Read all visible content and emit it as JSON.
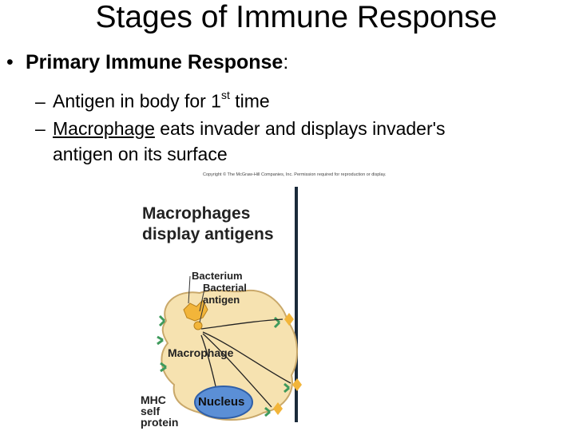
{
  "slide": {
    "title": "Stages of Immune Response",
    "bullet_marker": "•",
    "bullet1_bold": "Primary Immune Response",
    "bullet1_colon": ":",
    "dash": "–",
    "sub1_text": "Antigen in body for 1",
    "sub1_sup": "st",
    "sub1_tail": " time",
    "sub2_underlined": "Macrophage",
    "sub2_rest": " eats invader and displays invader's",
    "sub3_text": "antigen on its surface"
  },
  "figure": {
    "copyright": "Copyright © The McGraw-Hill Companies, Inc. Permission required for reproduction or display.",
    "heading_line1": "Macrophages",
    "heading_line2": "display antigens",
    "label_bacterium": "Bacterium",
    "label_bacterial": "Bacterial",
    "label_antigen": "antigen",
    "label_macrophage": "Macrophage",
    "label_nucleus": "Nucleus",
    "label_mhc": "MHC",
    "label_self": "self",
    "label_protein": "protein",
    "colors": {
      "cell_fill": "#f6e2b0",
      "cell_stroke": "#c9a86a",
      "nucleus_fill": "#5b8fd6",
      "bacteria": "#f2b53a",
      "receptor": "#3f9a5c"
    }
  }
}
